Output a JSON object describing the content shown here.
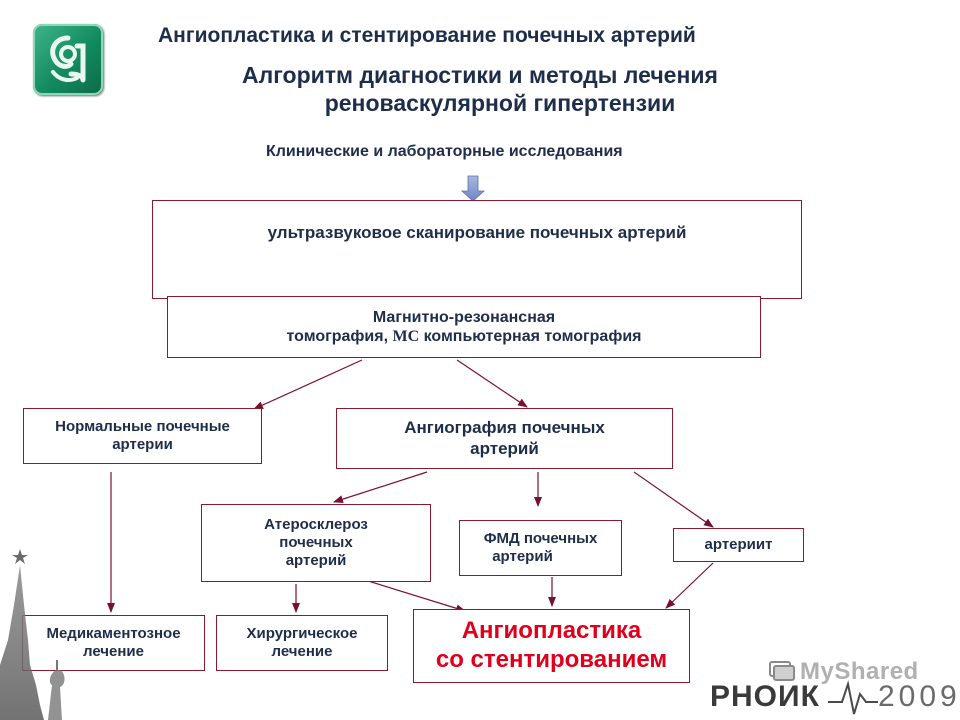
{
  "header": {
    "title": "Ангиопластика и стентирование почечных артерий",
    "subtitle_line1": "Алгоритм диагностики и методы лечения",
    "subtitle_line2": "реноваскулярной гипертензии"
  },
  "flow": {
    "start": "Клинические и лабораторные исследования",
    "ultrasound": "ультразвуковое сканирование почечных артерий",
    "mrt_line1": "Магнитно-резонансная",
    "mrt_line2a": "томография, ",
    "mrt_line2_ms": "МС",
    "mrt_line2b": " компьютерная томография",
    "normal_line1": "Нормальные почечные",
    "normal_line2": "артерии",
    "angio_line1": "Ангиография почечных",
    "angio_line2": "артерий",
    "ath_line1": "Атеросклероз",
    "ath_line2": "почечных",
    "ath_line3": "артерий",
    "fmd_line1": "ФМД почечных",
    "fmd_line2": "артерий",
    "arteritis": "артериит",
    "med_line1": "Медикаментозное",
    "med_line2": "лечение",
    "surg_line1": "Хирургическое",
    "surg_line2": "лечение",
    "stent_line1": "Ангиопластика",
    "stent_line2": "со стентированием"
  },
  "watermark": {
    "brand": "MyShared",
    "event": "РНОИК",
    "year": "2009"
  },
  "colors": {
    "text": "#1d2d4a",
    "arrow": "#7a1030",
    "block_arrow": "#8899cc",
    "highlight": "#e0001b",
    "logo": "#138a5f"
  }
}
